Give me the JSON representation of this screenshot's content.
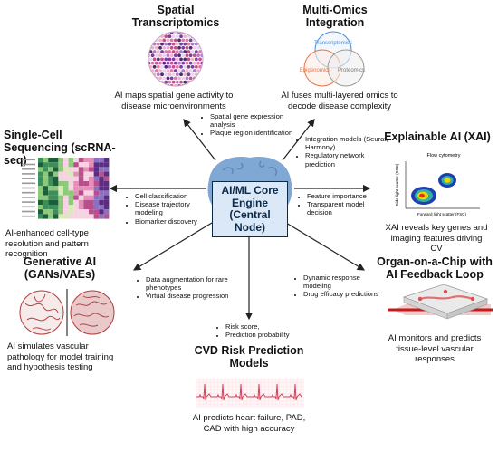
{
  "core": {
    "label": "AI/ML Core Engine (Central Node)"
  },
  "nodes": {
    "spatial": {
      "title": "Spatial Transcriptomics",
      "desc": "AI maps spatial gene activity to disease microenvironments"
    },
    "multiomics": {
      "title": "Multi-Omics Integration",
      "desc": "AI fuses multi-layered omics to decode disease complexity",
      "venn": [
        "Transcriptomics",
        "Epigenomics",
        "Proteomics"
      ]
    },
    "scrna": {
      "title": "Single-Cell Sequencing (scRNA-seq)",
      "desc": "AI-enhanced cell-type resolution and pattern recognition"
    },
    "xai": {
      "title": "Explainable AI (XAI)",
      "desc": "XAI reveals key genes and imaging features driving CV",
      "plot_title": "Flow cytometry",
      "plot_xlabel": "Forward light scatter (FSC)",
      "plot_ylabel": "Side light scatter (SSC)"
    },
    "genai": {
      "title": "Generative AI (GANs/VAEs)",
      "desc": "AI simulates vascular pathology for model training and hypothesis testing"
    },
    "ooc": {
      "title": "Organ-on-a-Chip with AI Feedback Loop",
      "desc": "AI monitors and predicts tissue-level vascular responses"
    },
    "cvd": {
      "title": "CVD Risk Prediction Models",
      "desc": "AI predicts heart failure, PAD, CAD with high accuracy"
    }
  },
  "bullets": {
    "spatial": [
      "Spatial gene expression analysis",
      "Plaque region identification"
    ],
    "multiomics": [
      "Integration models (Seurat, Harmony).",
      "Regulatory network prediction"
    ],
    "scrna": [
      "Cell classification",
      "Disease trajectory modeling",
      "Biomarker discovery"
    ],
    "xai": [
      "Feature importance",
      "Transparent model decision"
    ],
    "genai": [
      "Data augmentation for rare phenotypes",
      "Virtual disease progression"
    ],
    "ooc": [
      "Dynamic response modeling",
      "Drug efficacy predictions"
    ],
    "cvd": [
      "Risk score,",
      "Prediction probability"
    ]
  },
  "colors": {
    "arrow": "#222222",
    "brain_blue": "#7fa8d4",
    "brain_green": "#8fc48a",
    "brain_yellow": "#f2d27a",
    "core_box": "#dbe8f7",
    "ecg": "#d6405a",
    "venn_blue": "#4a90d9",
    "venn_orange": "#e8734a",
    "venn_gray": "#9a9a9a"
  },
  "icons": [
    "spatial-transcriptomics-tissue-icon",
    "venn-diagram-icon",
    "heatmap-icon",
    "flow-cytometry-plot-icon",
    "vascular-tissue-icon",
    "organ-chip-icon",
    "ecg-trace-icon",
    "brain-icon"
  ]
}
